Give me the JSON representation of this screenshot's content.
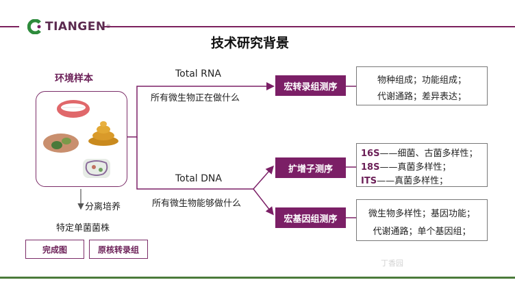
{
  "logo": {
    "brand": "TIANGEN",
    "reg": "®"
  },
  "title": "技术研究背景",
  "environment": {
    "heading": "环境样本",
    "images": [
      "mouth-image",
      "feces-image",
      "hands-image",
      "gut-image"
    ]
  },
  "rna_branch": {
    "label": "Total RNA",
    "sublabel": "所有微生物正在做什么"
  },
  "dna_branch": {
    "label": "Total DNA",
    "sublabel": "所有微生物能够做什么"
  },
  "methods": {
    "metatranscriptome": "宏转录组测序",
    "amplicon": "扩增子测序",
    "metagenome": "宏基因组测序"
  },
  "results": {
    "metatranscriptome": [
      "物种组成；功能组成；",
      "代谢通路；差异表达；"
    ],
    "amplicon": [
      {
        "marker": "16S",
        "dash": "——",
        "text": "细菌、古菌多样性；"
      },
      {
        "marker": "18S",
        "dash": "——",
        "text": "真菌多样性；"
      },
      {
        "marker": "ITS",
        "dash": "——",
        "text": "真菌多样性；"
      }
    ],
    "metagenome": [
      "微生物多样性；基因功能；",
      "代谢通路；单个基因组；"
    ]
  },
  "isolation": {
    "arrow_label": "分离培养",
    "strain": "特定单菌菌株",
    "outputs": [
      "完成图",
      "原核转录组"
    ]
  },
  "watermark": "丁香园",
  "colors": {
    "primary": "#7b1f66",
    "brand_line": "#7a1f5c",
    "footer_line": "#4a7b3a"
  }
}
